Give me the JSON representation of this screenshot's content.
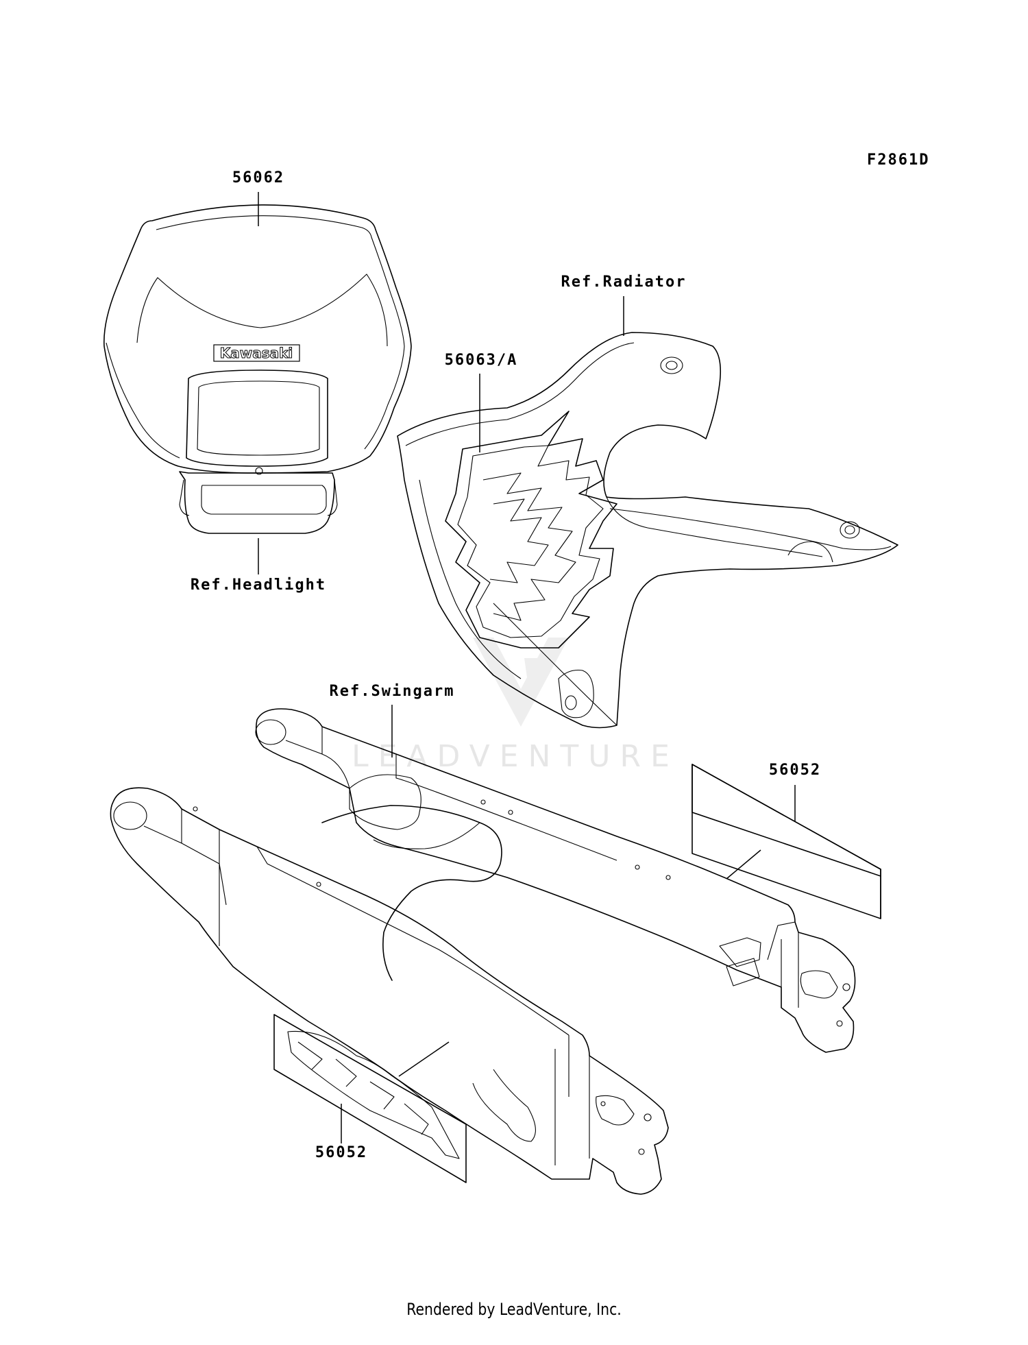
{
  "diagram": {
    "figure_code": "F2861D",
    "watermark_text": "LEADVENTURE",
    "parts": {
      "number_plate_label": "56062",
      "radiator_decal_label": "56063/A",
      "swingarm_decal_upper_label": "56052",
      "swingarm_decal_lower_label": "56052"
    },
    "references": {
      "headlight": "Ref.Headlight",
      "radiator": "Ref.Radiator",
      "swingarm": "Ref.Swingarm"
    },
    "decal_texts": {
      "brand_logo": "Kawasaki"
    }
  },
  "footer": {
    "rendered_by": "Rendered by LeadVenture, Inc."
  }
}
